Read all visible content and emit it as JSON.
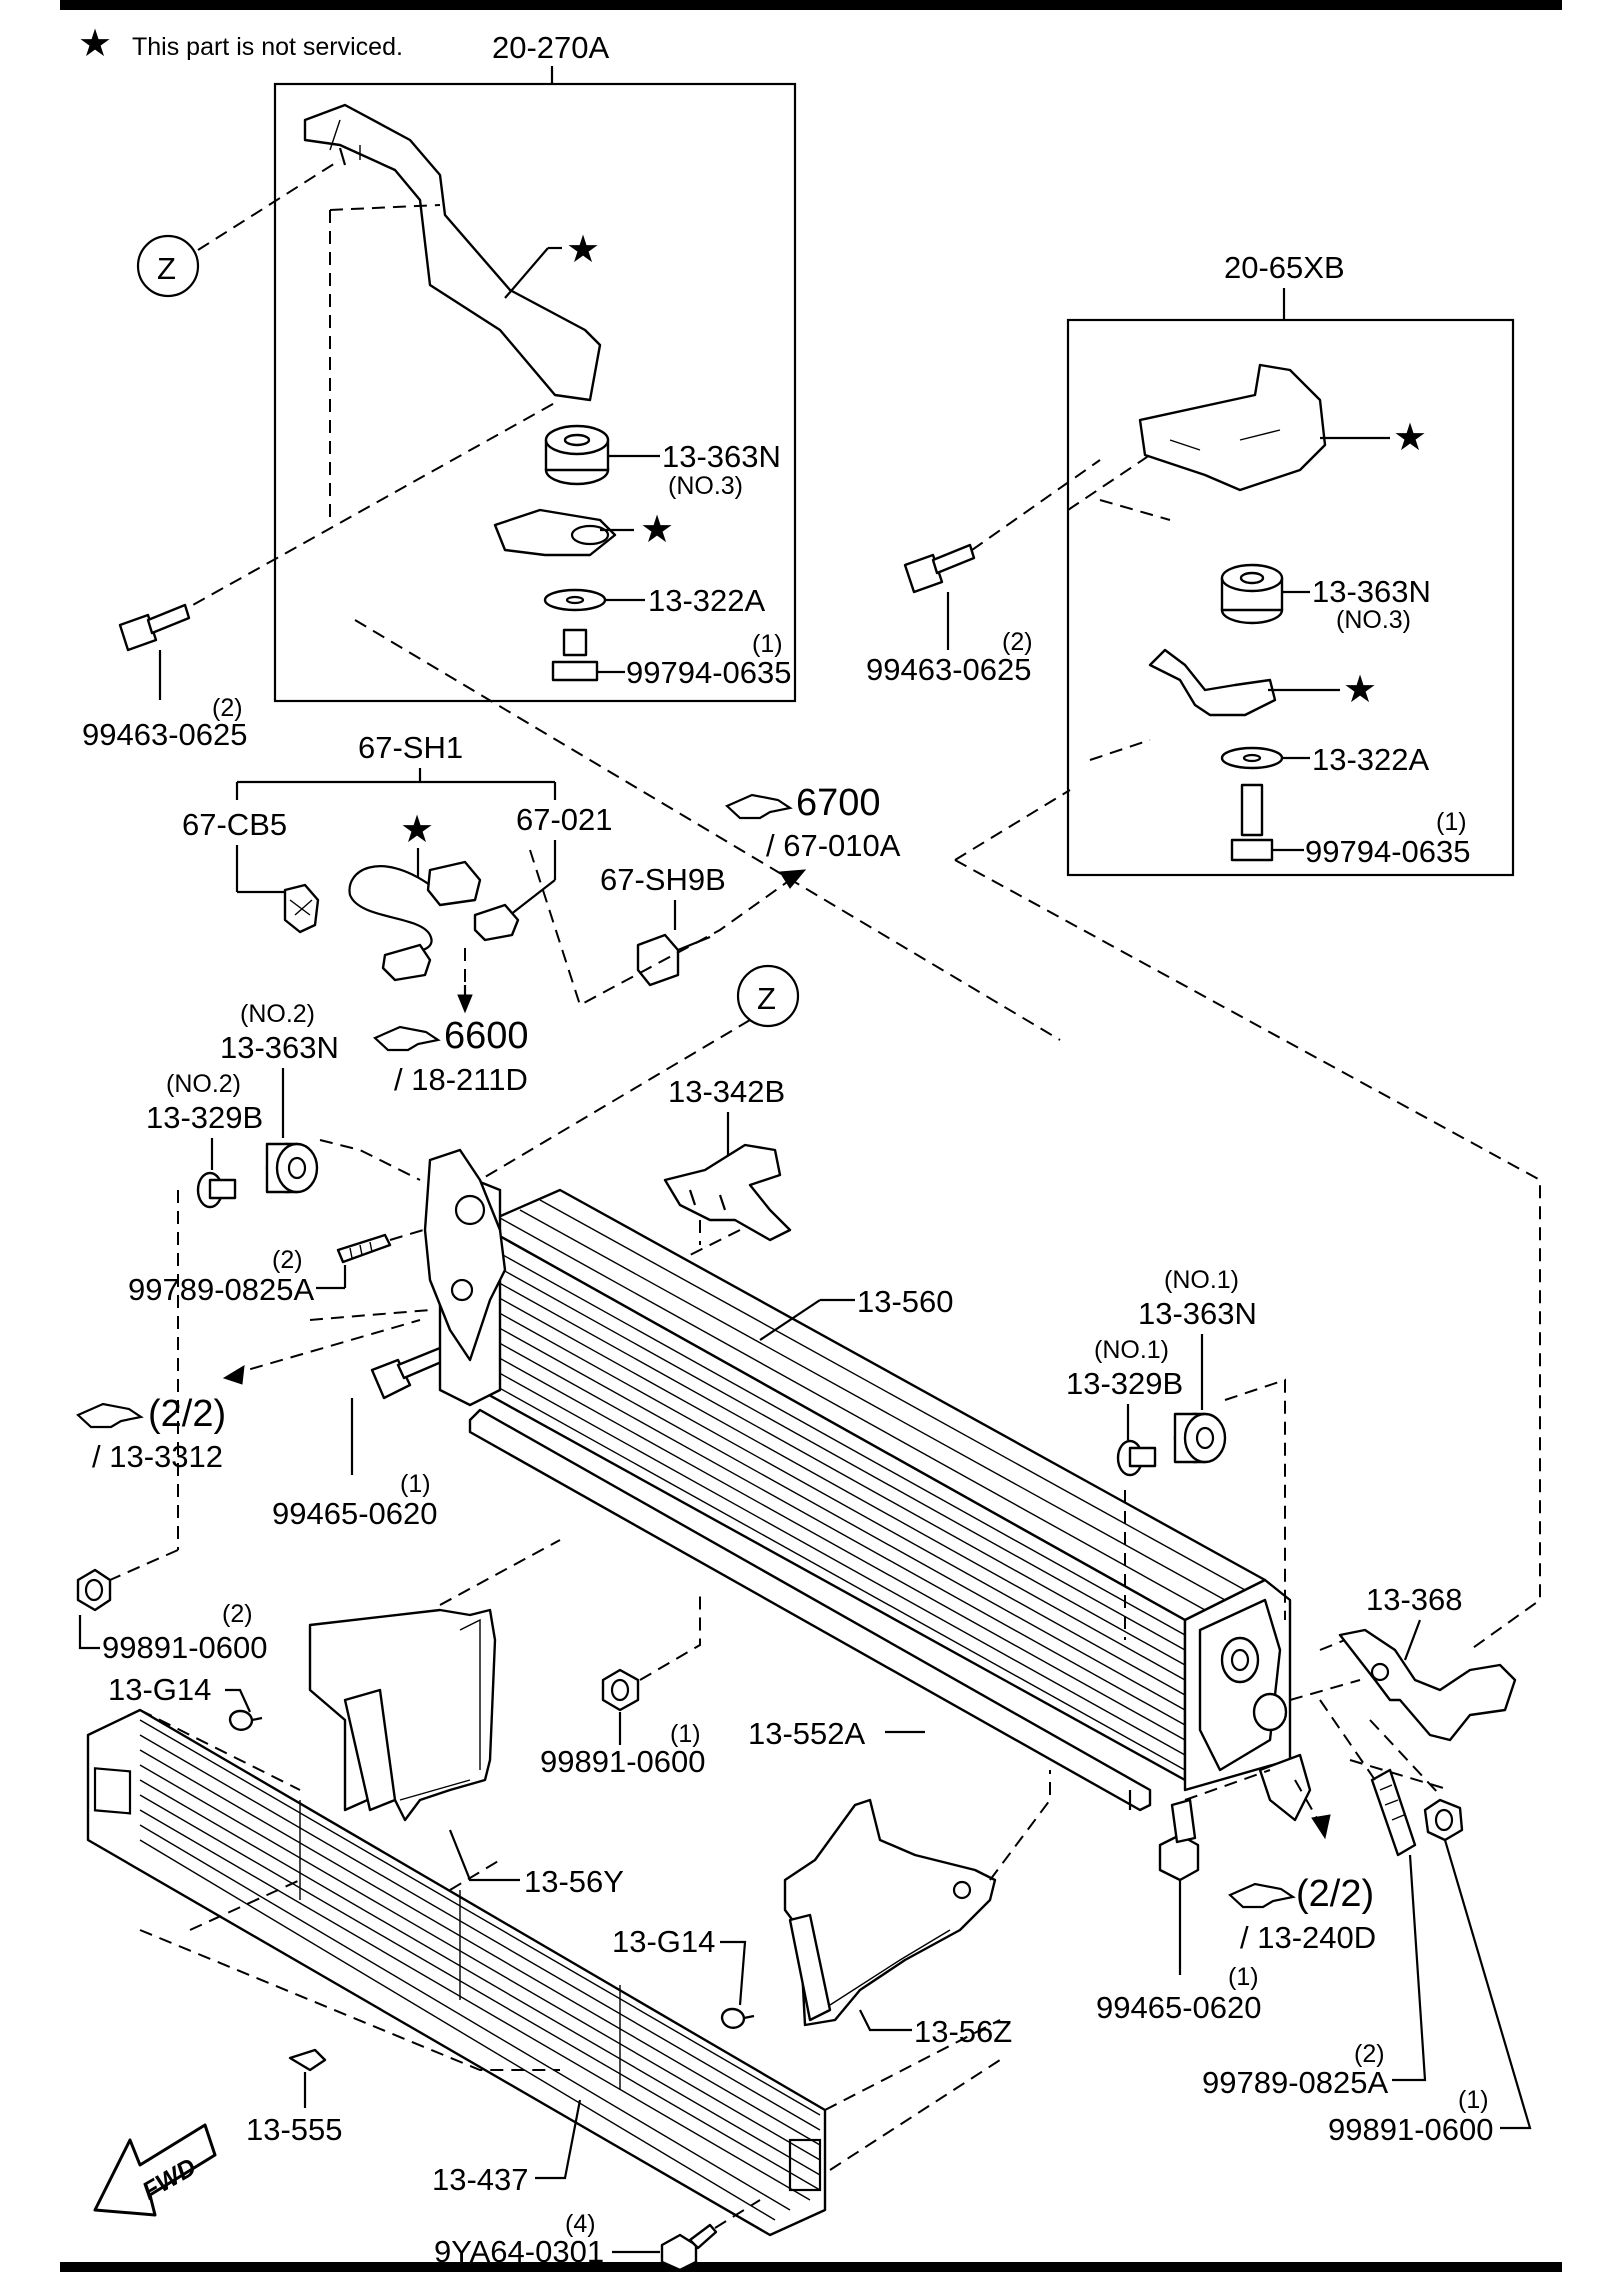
{
  "note": {
    "star": "★",
    "text": "This part is not serviced."
  },
  "boxes": {
    "left_title": "20-270A",
    "right_title": "20-65XB"
  },
  "labels": {
    "p13363N_a": "13-363N",
    "p13363N_a_sub": "(NO.3)",
    "p13322A_a": "13-322A",
    "p99794_a_qty": "(1)",
    "p99794_a": "99794-0635",
    "p99463_a_qty": "(2)",
    "p99463_a": "99463-0625",
    "p13363N_b": "13-363N",
    "p13363N_b_sub": "(NO.3)",
    "p13322A_b": "13-322A",
    "p99794_b_qty": "(1)",
    "p99794_b": "99794-0635",
    "p99463_b_qty": "(2)",
    "p99463_b": "99463-0625",
    "p67SH1": "67-SH1",
    "p67CB5": "67-CB5",
    "p67021": "67-021",
    "p67SH9B": "67-SH9B",
    "ref6700": "6700",
    "ref6700_sub": "/ 67-010A",
    "ref6600": "6600",
    "ref6600_sub": "/ 18-211D",
    "z_letter": "Z",
    "p13363N_c_sub": "(NO.2)",
    "p13363N_c": "13-363N",
    "p13329B_c_sub": "(NO.2)",
    "p13329B_c": "13-329B",
    "p13342B": "13-342B",
    "p99789_a_qty": "(2)",
    "p99789_a": "99789-0825A",
    "p13560": "13-560",
    "ref22_a": "(2/2)",
    "ref22_a_sub": "/ 13-3312",
    "p99465_a_qty": "(1)",
    "p99465_a": "99465-0620",
    "p13363N_d_sub": "(NO.1)",
    "p13363N_d": "13-363N",
    "p13329B_d_sub": "(NO.1)",
    "p13329B_d": "13-329B",
    "p99891_a_qty": "(2)",
    "p99891_a": "99891-0600",
    "p13G14_a": "13-G14",
    "p99891_b_qty": "(1)",
    "p99891_b": "99891-0600",
    "p13552A": "13-552A",
    "p13368": "13-368",
    "p1356Y": "13-56Y",
    "ref22_b": "(2/2)",
    "ref22_b_sub": "/ 13-240D",
    "p13G14_b": "13-G14",
    "p1356Z": "13-56Z",
    "p99465_b_qty": "(1)",
    "p99465_b": "99465-0620",
    "p99789_b_qty": "(2)",
    "p99789_b": "99789-0825A",
    "p99891_c_qty": "(1)",
    "p99891_c": "99891-0600",
    "p13555": "13-555",
    "p13437": "13-437",
    "p9YA64_qty": "(4)",
    "p9YA64": "9YA64-0301",
    "fwd": "FWD"
  }
}
